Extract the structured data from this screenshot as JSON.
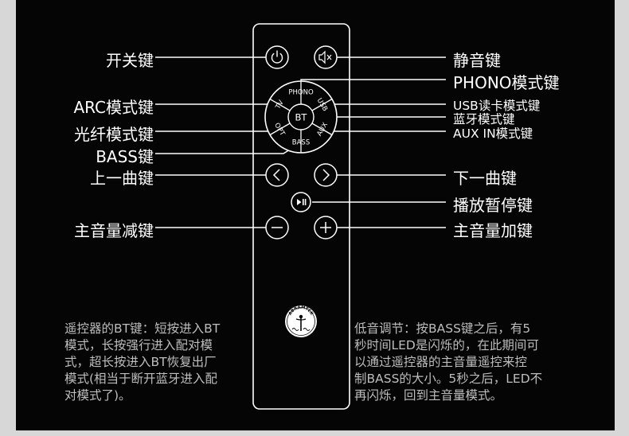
{
  "labels_left": [
    {
      "key": "power",
      "text": "开关键"
    },
    {
      "key": "arc",
      "text": "ARC模式键"
    },
    {
      "key": "opt",
      "text": "光纤模式键"
    },
    {
      "key": "bass",
      "text": "BASS键"
    },
    {
      "key": "prev",
      "text": "上一曲键"
    },
    {
      "key": "voldown",
      "text": "主音量减键"
    }
  ],
  "labels_right": [
    {
      "key": "mute",
      "text": "静音键"
    },
    {
      "key": "phono",
      "text": "PHONO模式键"
    },
    {
      "key": "usb",
      "text": "USB读卡模式键"
    },
    {
      "key": "bt",
      "text": "蓝牙模式键"
    },
    {
      "key": "aux",
      "text": "AUX IN模式键"
    },
    {
      "key": "next",
      "text": "下一曲键"
    },
    {
      "key": "play",
      "text": "播放暂停键"
    },
    {
      "key": "volup",
      "text": "主音量加键"
    }
  ],
  "dial": {
    "center": "BT",
    "phono": "PHONO",
    "usb": "USB",
    "tv": "TV",
    "opt": "OPT",
    "aux": "AUX",
    "bass": "BASS"
  },
  "logo_text": "ABRAMTEK",
  "note_left": [
    "遥控器的BT键：短按进入BT",
    "模式，长按强行进入配对模",
    "式，超长按进入BT恢复出厂",
    "模式(相当于断开蓝牙进入配",
    "对模式了)。"
  ],
  "note_right": [
    "低音调节：按BASS键之后，有5",
    "秒时间LED是闪烁的，在此期间可",
    "以通过遥控器的主音量遥控来控",
    "制BASS的大小。5秒之后，LED不",
    "再闪烁，回到主音量模式。"
  ],
  "colors": {
    "background": "#050505",
    "line": "#ffffff",
    "note": "#bdbdbd",
    "border": "#d7d7d7"
  },
  "icons": [
    "power-icon",
    "mute-icon",
    "chevron-left-icon",
    "chevron-right-icon",
    "play-pause-icon",
    "minus-icon",
    "plus-icon",
    "abramtek-logo"
  ]
}
